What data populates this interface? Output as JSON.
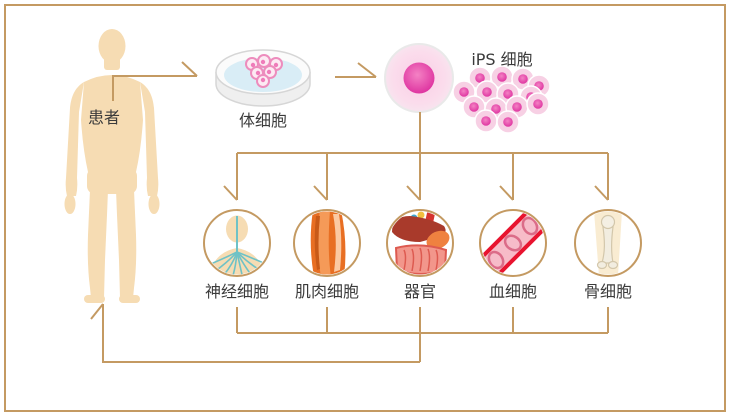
{
  "nodes": {
    "patient": {
      "label": "患者",
      "icon": "human-body-icon"
    },
    "somatic_cell": {
      "label": "体细胞",
      "icon": "petri-dish-icon"
    },
    "ips_cell": {
      "label": "iPS 细胞",
      "icon": "pink-cell-icon"
    },
    "derived_cells": [
      {
        "label": "神经细胞",
        "icon": "nerve-icon"
      },
      {
        "label": "肌肉细胞",
        "icon": "muscle-icon"
      },
      {
        "label": "器官",
        "icon": "organ-icon"
      },
      {
        "label": "血细胞",
        "icon": "blood-vessel-icon"
      },
      {
        "label": "骨细胞",
        "icon": "bone-icon"
      }
    ]
  },
  "colors": {
    "background": "#ffffff",
    "line": "#c49a62",
    "text": "#3b3b3b",
    "skin": "#f6dcb3",
    "nerve_teal": "#6fc2c6",
    "muscle_orange": "#e86f23",
    "blood_red": "#e8142f",
    "cell_nucleus_pink": "#e1379f",
    "cell_body_pink": "#f9d9e9",
    "dish_liquid": "#d9edf6",
    "bone_cream": "#f9ecd2",
    "organ_liver_red": "#a93a2b"
  }
}
